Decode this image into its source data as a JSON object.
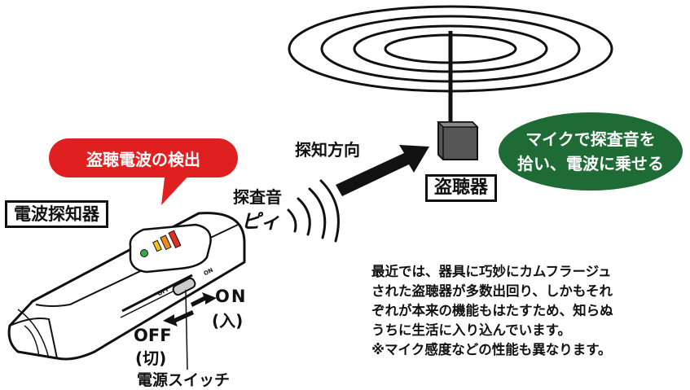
{
  "labels": {
    "detection_badge": "盗聴電波の検出",
    "device_name": "電波探知器",
    "probe_sound": "探査音",
    "beep": "ピィ",
    "direction": "探知方向",
    "bug_name": "盗聴器",
    "mic_line1": "マイクで探査音を",
    "mic_line2": "拾い、電波に乗せる",
    "on": "ON",
    "on_kanji": "(入)",
    "off": "OFF",
    "off_kanji": "(切)",
    "power_switch": "電源スイッチ"
  },
  "device_print": {
    "switch_off": "OFF",
    "switch_on": "ON"
  },
  "description": {
    "line1": "最近では、器具に巧妙にカムフラージュ",
    "line2": "された盗聴器が多数出回り、しかもそれ",
    "line3": "ぞれが本来の機能もはたすため、知らぬ",
    "line4": "うちに生活に入り込んでいます。",
    "line5": "※マイク感度などの性能も異なります。"
  },
  "colors": {
    "detection_badge": "#e02020",
    "mic_badge": "#1f6b35",
    "led_green": "#3aa64a",
    "led_yellow": "#f2c318",
    "led_orange": "#f08a1c",
    "led_red": "#e03020",
    "bug_body": "#555555"
  }
}
